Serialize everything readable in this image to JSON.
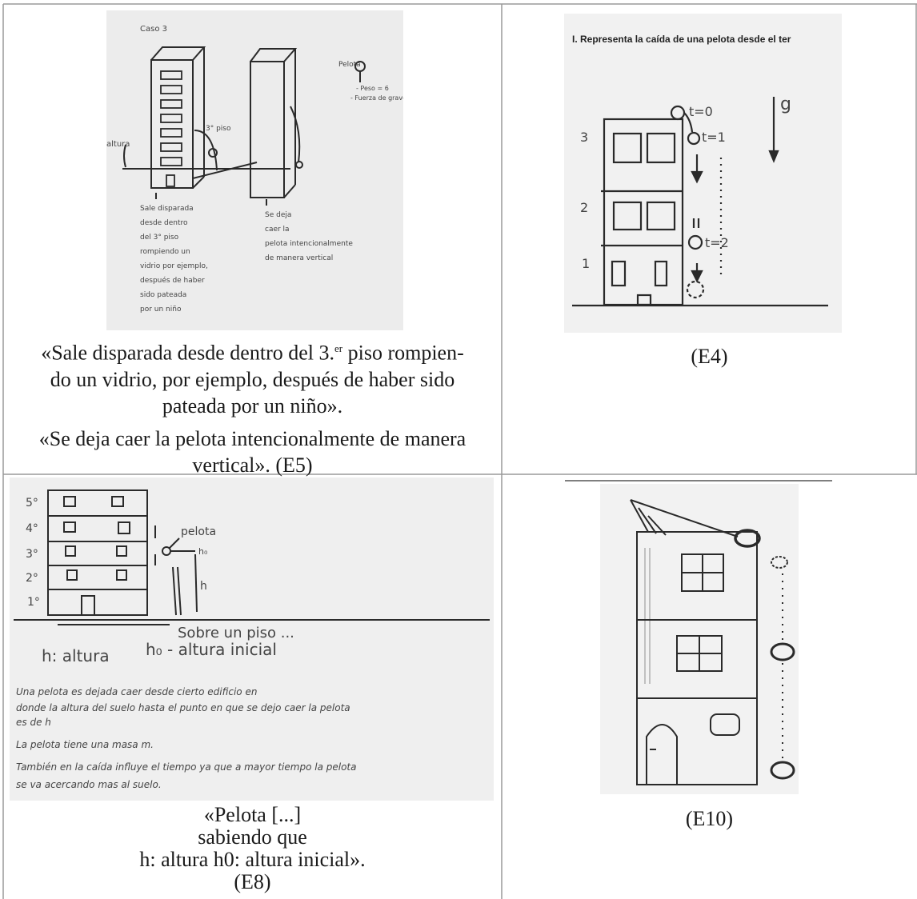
{
  "cells": [
    {
      "id": "E5",
      "caption_lines": [
        "«Sale disparada desde dentro del 3.",
        "er",
        " piso rompien-",
        "do un vidrio, por ejemplo, después de haber sido",
        "pateada por un niño».",
        "«Se deja caer la pelota intencionalmente de manera",
        "vertical». (E5)"
      ],
      "sketch_text": {
        "case": "Caso 3",
        "floor": "3° piso",
        "altura": "altura",
        "left_note": [
          "Sale disparada",
          "desde dentro",
          "del 3° piso",
          "rompiendo un",
          "vidrio por ejemplo,",
          "después de haber",
          "sido pateada",
          "por un niño"
        ],
        "right_note": [
          "Se deja",
          "caer la",
          "pelota intencionalmente",
          "de manera vertical"
        ],
        "legend_title": "Pelota",
        "legend_items": [
          "- Peso = 6",
          "- Fuerza de gravedad"
        ]
      }
    },
    {
      "id": "E4",
      "caption": "(E4)",
      "header": "I.   Representa la caída de una pelota desde el ter",
      "sketch_text": {
        "t0": "t=0",
        "t1": "t=1",
        "t2": "t=2",
        "g": "g",
        "floors": [
          "3",
          "2",
          "1"
        ]
      }
    },
    {
      "id": "E8",
      "caption_lines": [
        "«Pelota [...]",
        "sabiendo que",
        "h: altura h0: altura inicial».",
        "(E8)"
      ],
      "sketch_text": {
        "floors": [
          "5°",
          "4°",
          "3°",
          "2°",
          "1°"
        ],
        "pelota": "pelota",
        "h0": "h₀",
        "h": "h",
        "piso": "Sobre un piso ...",
        "h_def": "h: altura",
        "h0_def": "h₀ - altura inicial",
        "note": [
          "Una pelota es dejada caer desde cierto edificio en",
          "donde la altura del suelo hasta el punto en que se dejo caer la pelota",
          "es de h",
          "La pelota tiene una masa m.",
          "También en la caída influye el tiempo ya que a mayor tiempo la pelota",
          "se va acercando mas al suelo."
        ]
      }
    },
    {
      "id": "E10",
      "caption": "(E10)"
    }
  ],
  "colors": {
    "border": "#9a9a9a",
    "paper": "#ececec",
    "ink": "#2a2a2a"
  }
}
